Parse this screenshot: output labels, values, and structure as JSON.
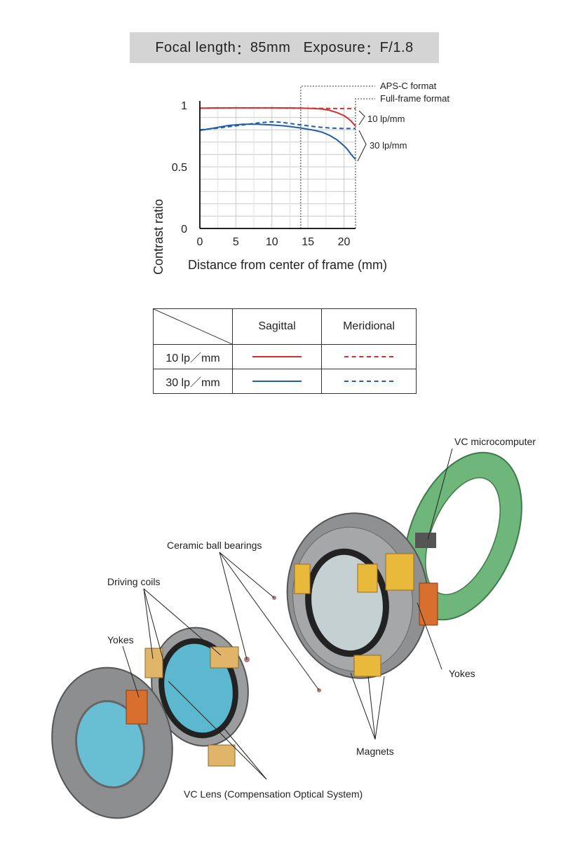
{
  "header": {
    "focal_label": "Focal length",
    "focal_value": "85mm",
    "exposure_label": "Exposure",
    "exposure_value": "F/1.8"
  },
  "chart_data": {
    "type": "line",
    "xlabel": "Distance from center of frame (mm)",
    "ylabel": "Contrast ratio",
    "xlim": [
      0,
      21.6
    ],
    "ylim": [
      0,
      1
    ],
    "x_ticks": [
      0,
      5,
      10,
      15,
      20
    ],
    "y_ticks": [
      {
        "value": 0,
        "label": "0"
      },
      {
        "value": 0.5,
        "label": "0.5"
      },
      {
        "value": 1,
        "label": "1"
      }
    ],
    "grid": true,
    "annotations": {
      "apsc": {
        "label": "APS-C format",
        "x": 14
      },
      "fullframe": {
        "label": "Full-frame format",
        "x": 21.6
      },
      "bracket_10": "10 lp/mm",
      "bracket_30": "30 lp/mm"
    },
    "series": [
      {
        "name": "10 lp/mm Sagittal",
        "color": "#d32f2f",
        "dash": false,
        "x": [
          0,
          2,
          5,
          8,
          10,
          12,
          14,
          16,
          17,
          18,
          19,
          20,
          20.5,
          21,
          21.6
        ],
        "y": [
          0.975,
          0.977,
          0.978,
          0.978,
          0.978,
          0.977,
          0.976,
          0.972,
          0.968,
          0.958,
          0.94,
          0.915,
          0.895,
          0.87,
          0.83
        ]
      },
      {
        "name": "10 lp/mm Meridional",
        "color": "#d32f2f",
        "dash": true,
        "x": [
          0,
          2,
          5,
          8,
          10,
          12,
          14,
          16,
          18,
          20,
          21.6
        ],
        "y": [
          0.975,
          0.976,
          0.977,
          0.977,
          0.977,
          0.976,
          0.975,
          0.974,
          0.973,
          0.972,
          0.972
        ]
      },
      {
        "name": "30 lp/mm Sagittal",
        "color": "#1f5fa8",
        "dash": false,
        "x": [
          0,
          2,
          4,
          6,
          8,
          10,
          12,
          14,
          16,
          17,
          18,
          19,
          20,
          20.5,
          21,
          21.6
        ],
        "y": [
          0.795,
          0.815,
          0.835,
          0.845,
          0.845,
          0.84,
          0.83,
          0.815,
          0.795,
          0.78,
          0.755,
          0.72,
          0.67,
          0.64,
          0.6,
          0.56
        ]
      },
      {
        "name": "30 lp/mm Meridional",
        "color": "#1f5fa8",
        "dash": true,
        "x": [
          0,
          2,
          4,
          6,
          8,
          10,
          11,
          12,
          14,
          16,
          18,
          20,
          21.6
        ],
        "y": [
          0.8,
          0.81,
          0.825,
          0.84,
          0.855,
          0.865,
          0.862,
          0.855,
          0.84,
          0.825,
          0.815,
          0.81,
          0.81
        ]
      }
    ]
  },
  "legend_table": {
    "col1": "Sagittal",
    "col2": "Meridional",
    "row1": "10 lp／mm",
    "row2": "30 lp／mm",
    "color_10": "#d32f2f",
    "color_30": "#1f5fa8"
  },
  "diagram": {
    "labels": {
      "vc_microcomputer": "VC microcomputer",
      "ceramic_ball_bearings": "Ceramic ball bearings",
      "driving_coils": "Driving coils",
      "yokes_left": "Yokes",
      "yokes_right": "Yokes",
      "magnets": "Magnets",
      "vc_lens": "VC Lens (Compensation Optical System)"
    }
  }
}
